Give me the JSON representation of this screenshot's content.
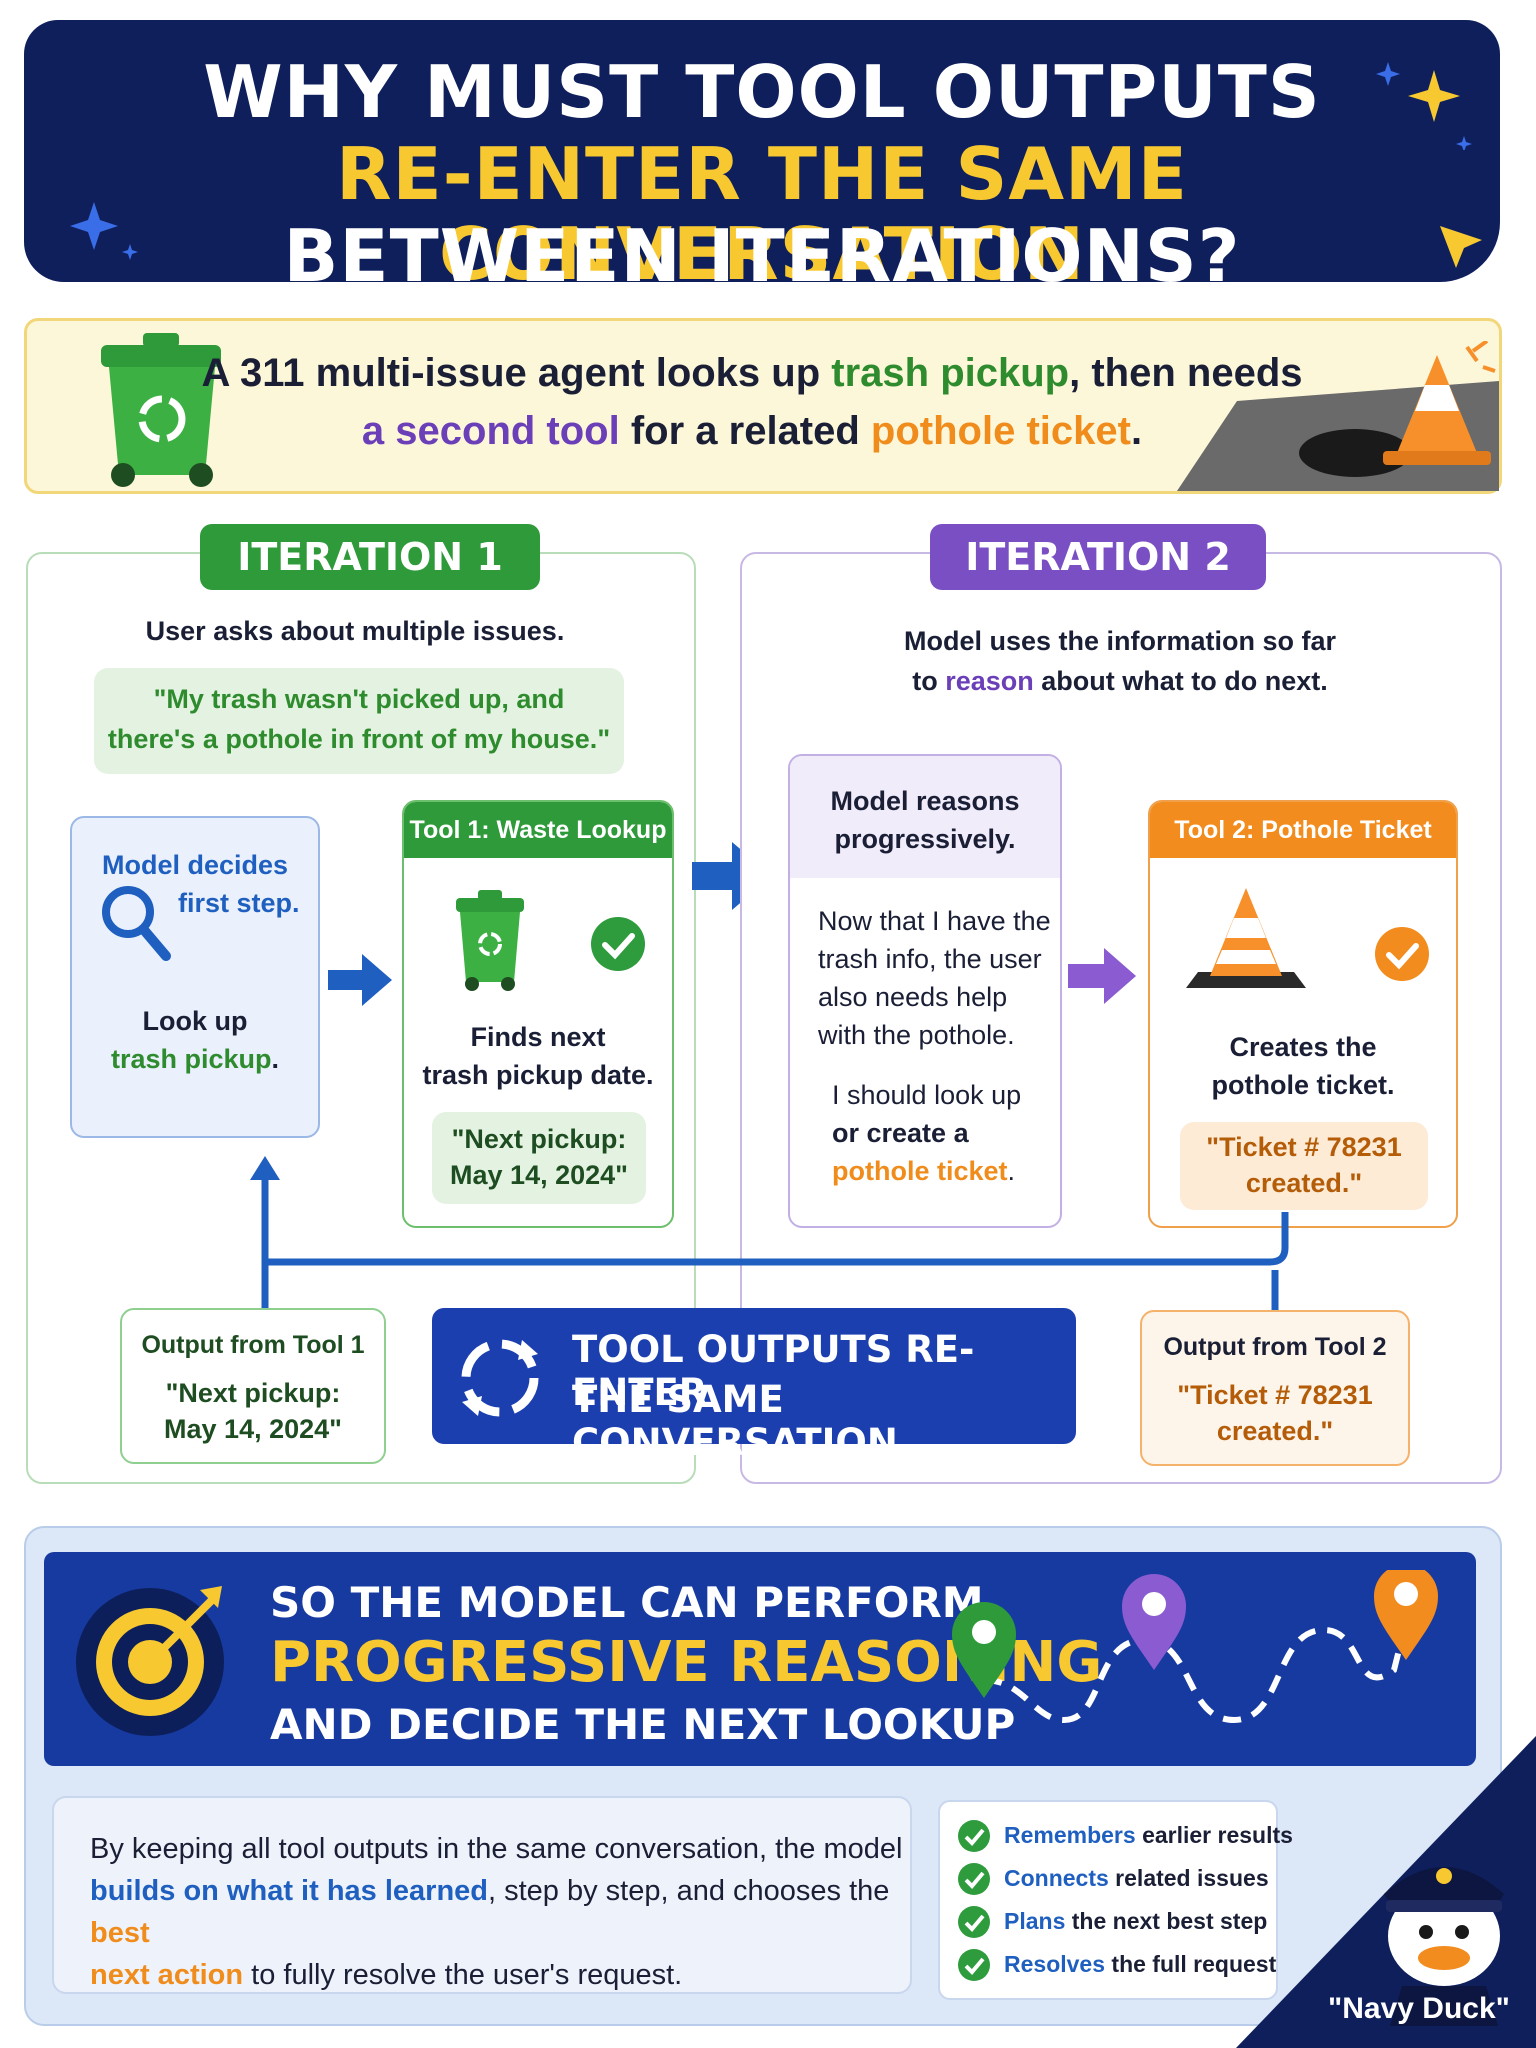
{
  "title": {
    "line1": "WHY MUST TOOL OUTPUTS",
    "line2": "RE-ENTER THE SAME CONVERSATION",
    "line3": "BETWEEN ITERATIONS?"
  },
  "scenario": {
    "line1_a": "A 311 multi-issue agent looks up ",
    "line1_b": "trash pickup",
    "line1_c": ", then needs",
    "line2_a": "a second tool",
    "line2_b": " for a related ",
    "line2_c": "pothole ticket",
    "line2_d": "."
  },
  "iteration1": {
    "tag": "ITERATION 1",
    "intro": "User asks about multiple issues.",
    "quote_line1": "\"My trash wasn't picked up, and",
    "quote_line2": "there's a pothole in front of my house.\"",
    "model_line1": "Model decides",
    "model_line2": "first step.",
    "lookup_line1": "Look up",
    "lookup_line2": "trash pickup",
    "lookup_dot": ".",
    "tool_header": "Tool 1: Waste Lookup",
    "tool_line1": "Finds next",
    "tool_line2": "trash pickup date.",
    "result_line1": "\"Next pickup:",
    "result_line2": "May 14, 2024\""
  },
  "iteration2": {
    "tag": "ITERATION 2",
    "intro_line1": "Model uses the information so far",
    "intro_line2_a": "to ",
    "intro_line2_b": "reason",
    "intro_line2_c": " about what to do next.",
    "reason_title_line1": "Model reasons",
    "reason_title_line2": "progressively.",
    "reason_p1_line1": "Now that I have the",
    "reason_p1_line2": "trash info, the user",
    "reason_p1_line3": "also needs help",
    "reason_p1_line4": "with the pothole.",
    "reason_p2_line1": "I should look up",
    "reason_p2_line2": "or create a",
    "reason_p2_line3": "pothole ticket",
    "reason_p2_dot": ".",
    "tool_header": "Tool 2: Pothole Ticket",
    "tool_line1": "Creates the",
    "tool_line2": "pothole ticket.",
    "result_line1": "\"Ticket # 78231",
    "result_line2": "created.\""
  },
  "loop": {
    "out1_title": "Output from Tool 1",
    "out1_line1": "\"Next pickup:",
    "out1_line2": "May 14, 2024\"",
    "center_line1": "TOOL OUTPUTS RE-ENTER",
    "center_line2": "THE SAME CONVERSATION",
    "out2_title": "Output from Tool 2",
    "out2_line1": "\"Ticket # 78231",
    "out2_line2": "created.\""
  },
  "banner": {
    "line1": "SO THE MODEL CAN PERFORM",
    "line2": "PROGRESSIVE REASONING",
    "line3": "AND DECIDE THE NEXT LOOKUP"
  },
  "summary": {
    "line1": "By keeping all tool outputs in the same conversation, the model",
    "line2_a": "builds on what it has learned",
    "line2_b": ", step by step, and chooses the ",
    "line2_c": "best",
    "line3_a": "next action",
    "line3_b": " to fully resolve the user's request."
  },
  "checklist": [
    {
      "strong": "Remembers",
      "rest": " earlier results"
    },
    {
      "strong": "Connects",
      "rest": " related issues"
    },
    {
      "strong": "Plans",
      "rest": " the next best step"
    },
    {
      "strong": "Resolves",
      "rest": " the full request"
    }
  ],
  "mascot": {
    "name": "\"Navy Duck\""
  },
  "colors": {
    "navy": "#0f1f5c",
    "yellow": "#f7c82f",
    "green": "#2e8b2e",
    "purple": "#6b3fb8",
    "orange": "#f08c1c",
    "blue": "#1f5fbf"
  }
}
